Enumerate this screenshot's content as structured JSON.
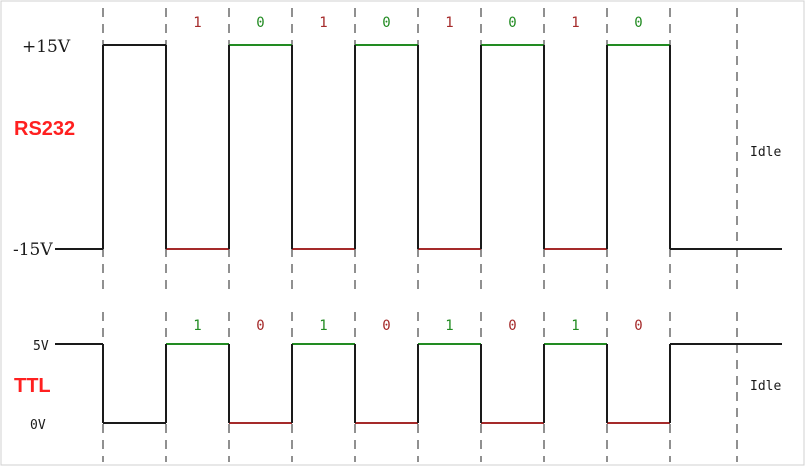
{
  "rs232": {
    "title": "RS232",
    "high_label": "+15V",
    "low_label": "-15V",
    "idle_label": "Idle",
    "bits": [
      "1",
      "0",
      "1",
      "0",
      "1",
      "0",
      "1",
      "0"
    ],
    "levels": [
      "low",
      "high",
      "low",
      "high",
      "low",
      "high",
      "low",
      "high"
    ],
    "start_level": "high",
    "idle_level": "low"
  },
  "ttl": {
    "title": "TTL",
    "high_label": "5V",
    "low_label": "0V",
    "idle_label": "Idle",
    "bits": [
      "1",
      "0",
      "1",
      "0",
      "1",
      "0",
      "1",
      "0"
    ],
    "levels": [
      "high",
      "low",
      "high",
      "low",
      "high",
      "low",
      "high",
      "low"
    ],
    "start_level": "low",
    "idle_level": "high"
  },
  "colors": {
    "one": "#228b22",
    "zero": "#a52a2a",
    "rs232_one": "#a52a2a",
    "rs232_zero": "#228b22",
    "title": "#ff2020",
    "line": "#1a1a1a",
    "dash": "#555555"
  }
}
